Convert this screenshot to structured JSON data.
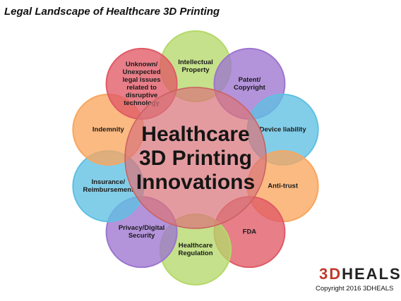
{
  "title": "Legal Landscape of Healthcare 3D Printing",
  "center": {
    "lines": [
      "Healthcare",
      "3D Printing",
      "Innovations"
    ],
    "color": "#d9757a"
  },
  "nodes": [
    {
      "id": "intellectual-property",
      "lines": [
        "Intellectual",
        "Property"
      ],
      "color": "#b5d96a"
    },
    {
      "id": "patent-copyright",
      "lines": [
        "Patent/",
        "Copyright"
      ],
      "color": "#9d75cf"
    },
    {
      "id": "device-liability",
      "lines": [
        "Device liability"
      ],
      "color": "#5fc0e3"
    },
    {
      "id": "anti-trust",
      "lines": [
        "Anti-trust"
      ],
      "color": "#f8a65f"
    },
    {
      "id": "fda",
      "lines": [
        "FDA"
      ],
      "color": "#e05a66"
    },
    {
      "id": "healthcare-regulation",
      "lines": [
        "Healthcare",
        "Regulation"
      ],
      "color": "#b5d96a"
    },
    {
      "id": "privacy-digital-security",
      "lines": [
        "Privacy/Digital",
        "Security"
      ],
      "color": "#9d75cf"
    },
    {
      "id": "insurance-reimbursement",
      "lines": [
        "Insurance/",
        "Reimbursement"
      ],
      "color": "#5fc0e3"
    },
    {
      "id": "indemnity",
      "lines": [
        "Indemnity"
      ],
      "color": "#f8a65f"
    },
    {
      "id": "unknown-legal-issues",
      "lines": [
        "Unknown/",
        "Unexpected",
        "legal issues",
        "related to",
        "disruptive",
        "technology"
      ],
      "color": "#e05a66"
    }
  ],
  "brand": {
    "part1": "3D",
    "part2": "HEALS",
    "accent": "#c0392b"
  },
  "copyright": "Copyright 2016 3DHEALS"
}
